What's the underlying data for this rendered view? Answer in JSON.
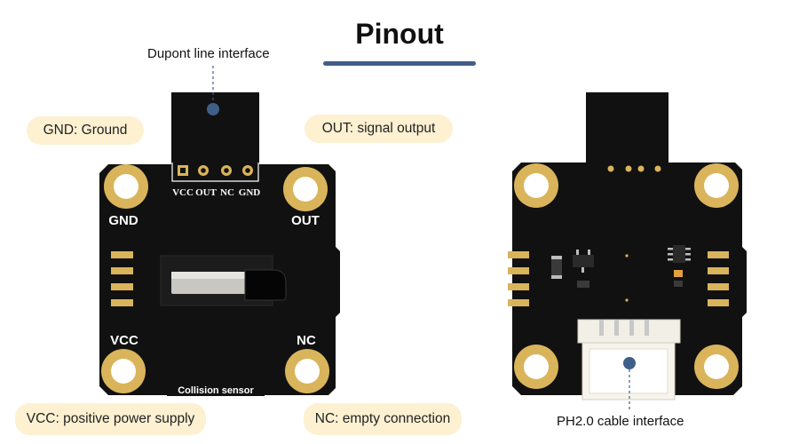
{
  "title": "Pinout",
  "callouts": {
    "dupont": "Dupont line interface",
    "gnd": "GND: Ground",
    "out": "OUT: signal output",
    "vcc": "VCC: positive power supply",
    "nc": "NC: empty connection",
    "ph": "PH2.0 cable interface"
  },
  "front_board": {
    "corner_labels": {
      "tl": "GND",
      "tr": "OUT",
      "bl": "VCC",
      "br": "NC"
    },
    "header_pins": [
      "VCC",
      "OUT",
      "NC",
      "GND"
    ],
    "name": "Collision sensor"
  },
  "colors": {
    "pcb": "#111111",
    "gold": "#d9b45a",
    "pill": "#fdf1d2",
    "accent": "#3f5f88"
  }
}
